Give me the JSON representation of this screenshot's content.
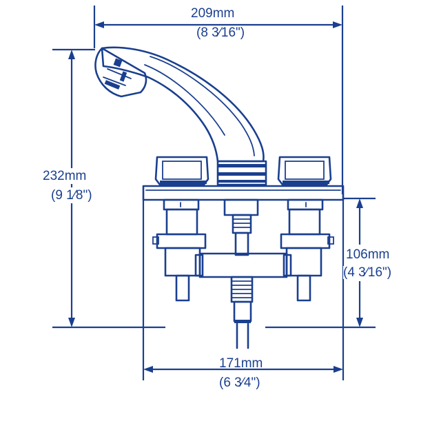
{
  "colors": {
    "line": "#1a3f8f"
  },
  "dimensions": {
    "width_top": {
      "mm": "209mm",
      "imperial": "(8 3⁄16\")"
    },
    "height_left": {
      "mm": "232mm",
      "imperial": "(9 1⁄8\")"
    },
    "height_right": {
      "mm": "106mm",
      "imperial": "(4 3⁄16\")"
    },
    "width_bottom": {
      "mm": "171mm",
      "imperial": "(6 3⁄4\")"
    }
  }
}
